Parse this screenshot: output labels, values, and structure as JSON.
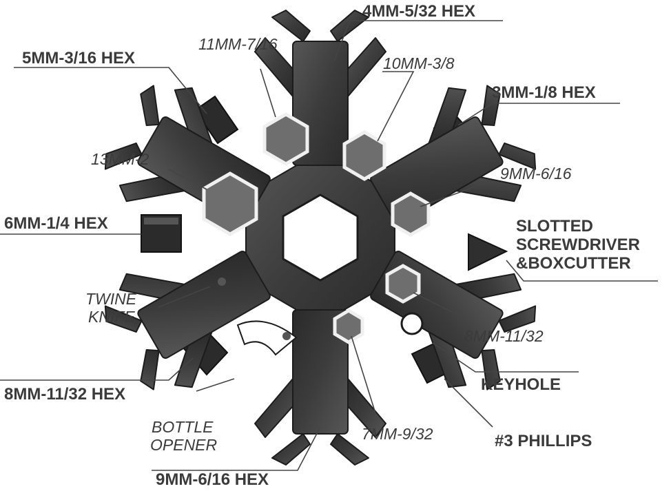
{
  "labels": {
    "hex_4mm": "4MM-5/32 HEX",
    "hex_5mm": "5MM-3/16 HEX",
    "hex_3mm": "3MM-1/8 HEX",
    "hex_6mm": "6MM-1/4 HEX",
    "hex_8mm": "8MM-11/32 HEX",
    "hex_9mm": "9MM-6/16 HEX",
    "wrench_11mm": "11MM-7/16",
    "wrench_10mm": "10MM-3/8",
    "wrench_13mm": "13MM-2",
    "wrench_9mm": "9MM-6/16",
    "wrench_8mm": "8MM-11/32",
    "wrench_7mm": "7MM-9/32",
    "slotted": [
      "SLOTTED",
      "SCREWDRIVER",
      "&BOXCUTTER"
    ],
    "twine": [
      "TWINE",
      "KNIFE"
    ],
    "bottle": [
      "BOTTLE",
      "OPENER"
    ],
    "keyhole": "KEYHOLE",
    "phillips": "#3 PHILLIPS"
  },
  "colors": {
    "tool_body": "#3d3d3d",
    "tool_edge": "#1c1c1c",
    "hole_fill": "#6e6e6e",
    "text": "#3b3b3b",
    "leader": "#444444"
  }
}
